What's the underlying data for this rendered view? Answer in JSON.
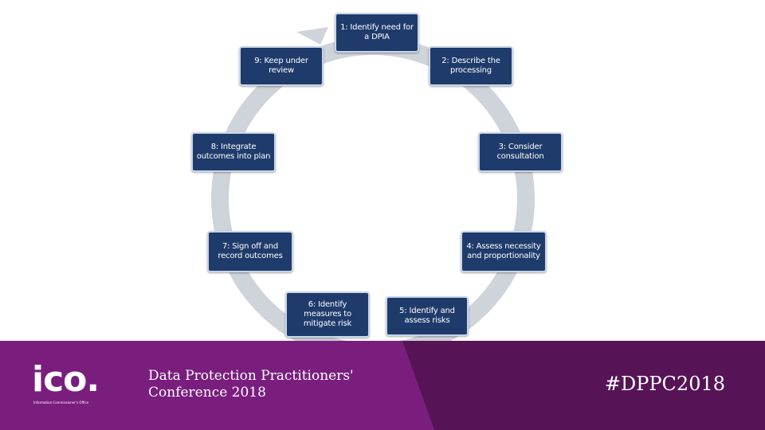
{
  "diagram": {
    "steps": [
      {
        "id": "1",
        "label": "1: Identify need for a DPIA"
      },
      {
        "id": "2",
        "label": "2: Describe the processing"
      },
      {
        "id": "3",
        "label": "3: Consider consultation"
      },
      {
        "id": "4",
        "label": "4: Assess necessity and proportionality"
      },
      {
        "id": "5",
        "label": "5: Identify and assess risks"
      },
      {
        "id": "6",
        "label": "6: Identify measures to mitigate risk"
      },
      {
        "id": "7",
        "label": "7: Sign off and record outcomes"
      },
      {
        "id": "8",
        "label": "8: Integrate outcomes into plan"
      },
      {
        "id": "9",
        "label": "9: Keep under review"
      }
    ]
  },
  "footer": {
    "logo": "ico.",
    "logo_subtitle": "Information Commissioner's Office",
    "conference_title": "Data Protection Practitioners' Conference 2018",
    "hashtag": "#DPPC2018"
  },
  "colors": {
    "box_fill": "#1f3b6b",
    "box_border": "#c9d6e8",
    "ring": "#cfd3da",
    "footer_purple": "#7a1e7e",
    "footer_dark": "#561457"
  }
}
